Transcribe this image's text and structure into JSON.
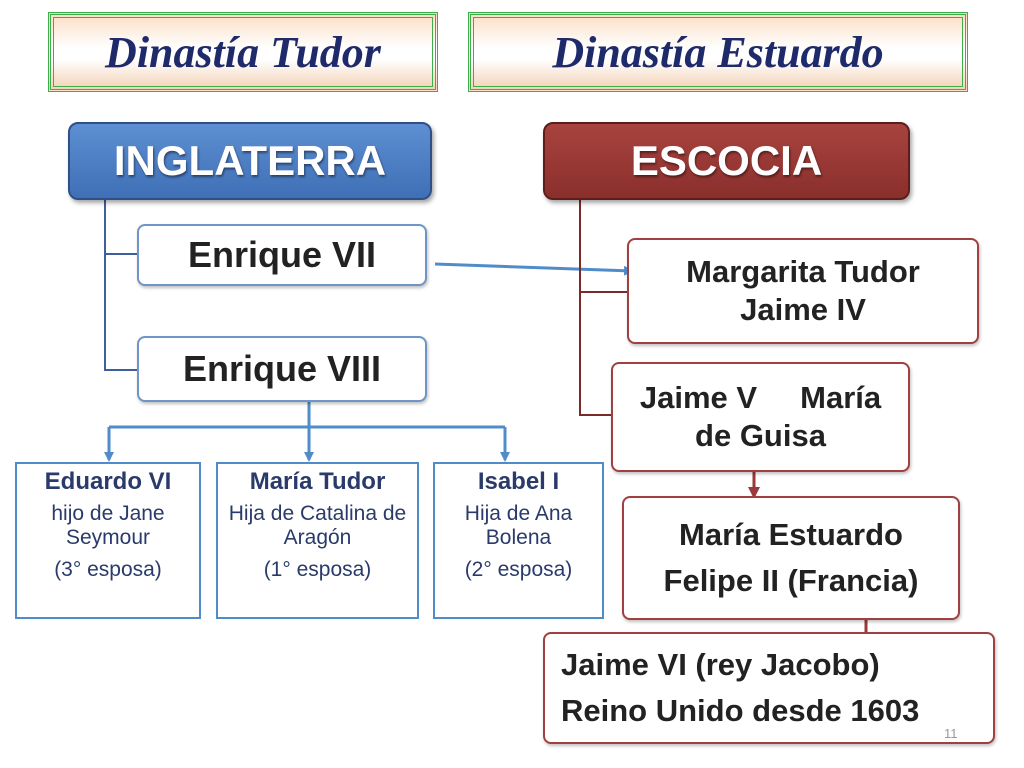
{
  "titles": {
    "left": "Dinastía Tudor",
    "right": "Dinastía Estuardo"
  },
  "headers": {
    "england": "INGLATERRA",
    "scotland": "ESCOCIA"
  },
  "england": {
    "henry7": "Enrique VII",
    "henry8": "Enrique VIII",
    "children": [
      {
        "name": "Eduardo VI",
        "mother": "hijo de Jane Seymour",
        "note": "(3° esposa)"
      },
      {
        "name": "María Tudor",
        "mother": "Hija de Catalina de Aragón",
        "note": "(1° esposa)"
      },
      {
        "name": "Isabel I",
        "mother": "Hija de Ana Bolena",
        "note": "(2° esposa)"
      }
    ]
  },
  "scotland": {
    "gen1": {
      "line1": "Margarita Tudor",
      "line2": "Jaime IV"
    },
    "gen2": {
      "line1": "Jaime V     María",
      "line2": "de Guisa"
    },
    "gen3": {
      "line1": "María Estuardo",
      "line2": "Felipe II (Francia)"
    },
    "gen4": {
      "line1": "Jaime VI (rey Jacobo)",
      "line2": "Reino Unido desde 1603"
    }
  },
  "page_number": "11",
  "colors": {
    "blue_header": "#4a7cc1",
    "red_header": "#943532",
    "blue_line": "#4f8cc9",
    "red_line": "#9a3a3a",
    "title_text": "#1f2a6b"
  }
}
